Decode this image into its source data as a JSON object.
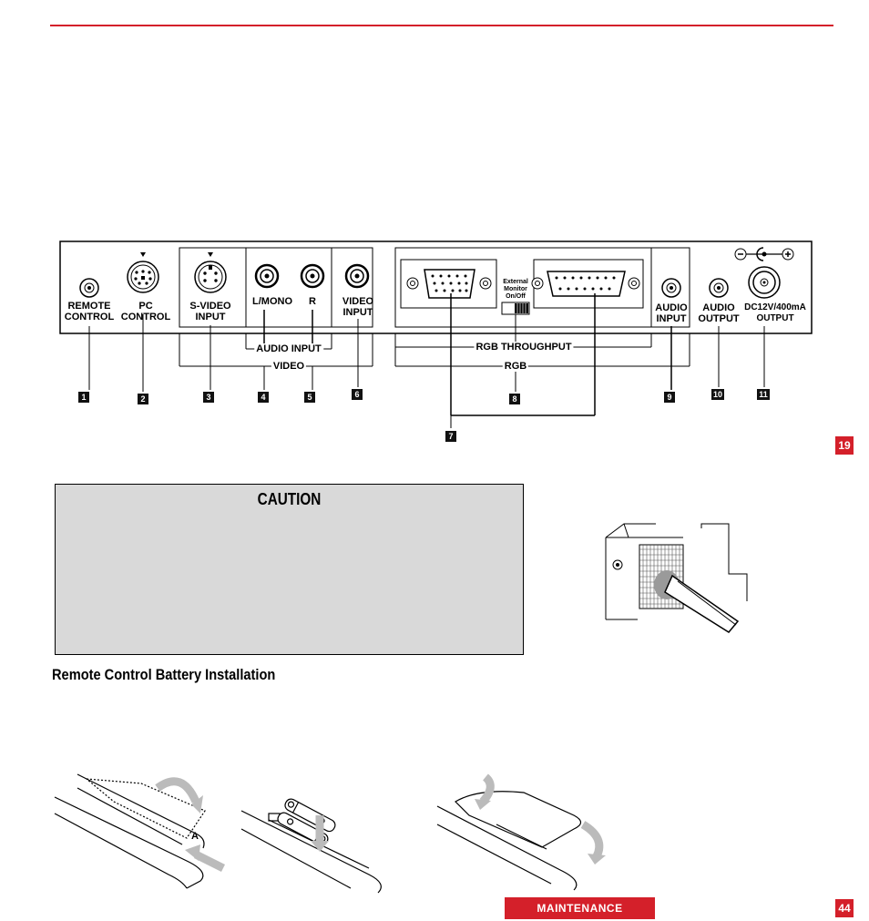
{
  "page": {
    "section_tab_top": "19",
    "page_number": "44",
    "footer_label": "MAINTENANCE"
  },
  "panel": {
    "connectors": [
      {
        "id": "remote",
        "label": "REMOTE\nCONTROL"
      },
      {
        "id": "pc",
        "label": "PC\nCONTROL"
      },
      {
        "id": "svideo",
        "label": "S-VIDEO\nINPUT"
      },
      {
        "id": "lmono",
        "label": "L/MONO"
      },
      {
        "id": "r",
        "label": "R"
      },
      {
        "id": "video",
        "label": "VIDEO\nINPUT"
      },
      {
        "id": "audio_in",
        "label": "AUDIO\nINPUT"
      },
      {
        "id": "audio_out",
        "label": "AUDIO\nOUTPUT"
      },
      {
        "id": "dc",
        "label": "DC12V/400mA\nOUTPUT"
      }
    ],
    "switch_label": "External\nMonitor\nOn/Off",
    "groups": {
      "audio_input": "AUDIO INPUT",
      "video": "VIDEO",
      "rgb_throughput": "RGB THROUGHPUT",
      "rgb": "RGB"
    },
    "callouts": [
      "1",
      "2",
      "3",
      "4",
      "5",
      "6",
      "7",
      "8",
      "9",
      "10",
      "11"
    ]
  },
  "caution": {
    "title": "CAUTION"
  },
  "battery": {
    "title": "Remote Control Battery Installation",
    "step_label_a": "A"
  },
  "colors": {
    "accent": "#d4202a",
    "caution_bg": "#d9d9d9"
  }
}
